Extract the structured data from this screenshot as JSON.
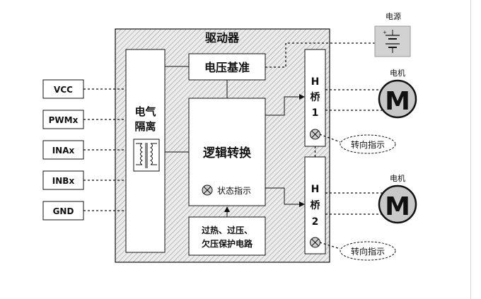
{
  "title": "驱动器",
  "inputs": [
    "VCC",
    "PWMx",
    "INAx",
    "INBx",
    "GND"
  ],
  "isolation": {
    "line1": "电气",
    "line2": "隔离"
  },
  "reference": "电压基准",
  "logic": {
    "label": "逻辑转换",
    "status": "状态指示"
  },
  "protection": {
    "line1": "过热、过压、",
    "line2": "欠压保护电路"
  },
  "bridge1": {
    "h": "H",
    "qiao": "桥",
    "num": "1"
  },
  "bridge2": {
    "h": "H",
    "qiao": "桥",
    "num": "2"
  },
  "direction1": "转向指示",
  "direction2": "转向指示",
  "power": "电源",
  "motor1": {
    "label": "电机",
    "letter": "M"
  },
  "motor2": {
    "label": "电机",
    "letter": "M"
  },
  "colors": {
    "hatch": "#9a9a9a",
    "stroke": "#111111",
    "box_fill": "#ffffff",
    "motor_fill": "#c8c8c8",
    "power_fill": "#d2d2d2"
  }
}
